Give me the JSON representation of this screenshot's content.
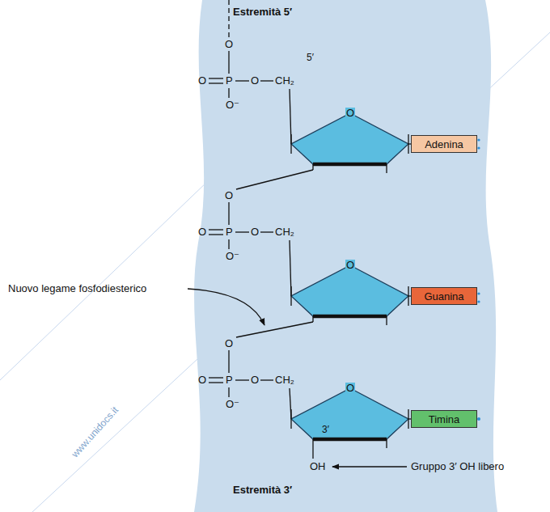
{
  "diagram": {
    "nodes": [
      {
        "text": [
          "Adenina"
        ]
      },
      {
        "text": [
          "Guanina"
        ]
      },
      {
        "text": [
          "Timina"
        ]
      }
    ],
    "labels": [
      "Estremità 5′",
      "O",
      "O",
      "P",
      "O",
      "CH₂",
      "5′",
      "O⁻",
      "O",
      "O",
      "O",
      "P",
      "O",
      "CH₂",
      "O⁻",
      "O",
      "Nuovo legame fosfodiesterico",
      "O",
      "O",
      "P",
      "O",
      "CH₂",
      "O⁻",
      "O",
      "3′",
      "OH",
      "Gruppo 3′ OH libero",
      "Estremità 3′",
      "www.unidocs.it"
    ]
  }
}
